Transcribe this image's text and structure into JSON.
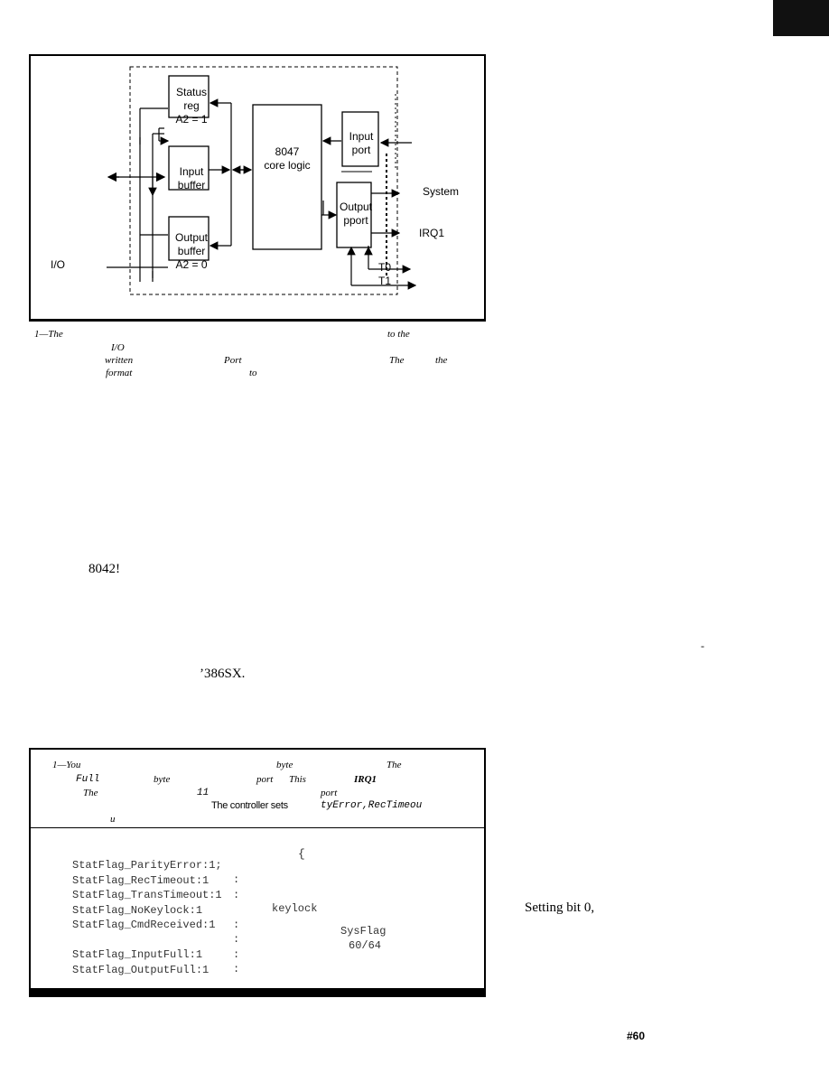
{
  "figure": {
    "labels": {
      "status_reg": [
        "Status",
        "reg",
        "A2 = 1"
      ],
      "input_buffer": [
        "Input",
        "buffer"
      ],
      "output_buffer": [
        "Output",
        "buffer",
        "A2 = 0"
      ],
      "core": [
        "8047",
        "core logic"
      ],
      "input_port": [
        "Input",
        "port"
      ],
      "output_port": [
        "Output",
        "pport"
      ],
      "system": "System",
      "irq1": "IRQ1",
      "t0": "T0",
      "t1": "T1",
      "io": "I/O"
    },
    "caption": [
      "1—The",
      "to the",
      "I/O",
      "written",
      "Port",
      "The",
      "the",
      "format",
      "to"
    ]
  },
  "body_fragments": {
    "frag_8042": "8042!",
    "frag_386": "’386SX.",
    "dash": "-",
    "setting": "Setting bit 0,",
    "page": "#60"
  },
  "listing": {
    "caption_words": [
      "1—You",
      "byte",
      "The",
      "Full",
      "byte",
      "port",
      "This",
      "IRQ1",
      "The",
      "11",
      "port",
      "The controller sets",
      "tyError,RecTimeou",
      "u"
    ],
    "brace": "{",
    "lines": [
      "StatFlag_ParityError:1;",
      "StatFlag_RecTimeout:1",
      "StatFlag_TransTimeout:1",
      "StatFlag_NoKeylock:1",
      "StatFlag_CmdReceived:1",
      "StatFlag_InputFull:1",
      "StatFlag_OutputFull:1"
    ],
    "colons": [
      ":",
      ":",
      ":",
      ":",
      ":",
      ":",
      ":"
    ],
    "comments": [
      "keylock",
      "SysFlag",
      "60/64"
    ]
  }
}
